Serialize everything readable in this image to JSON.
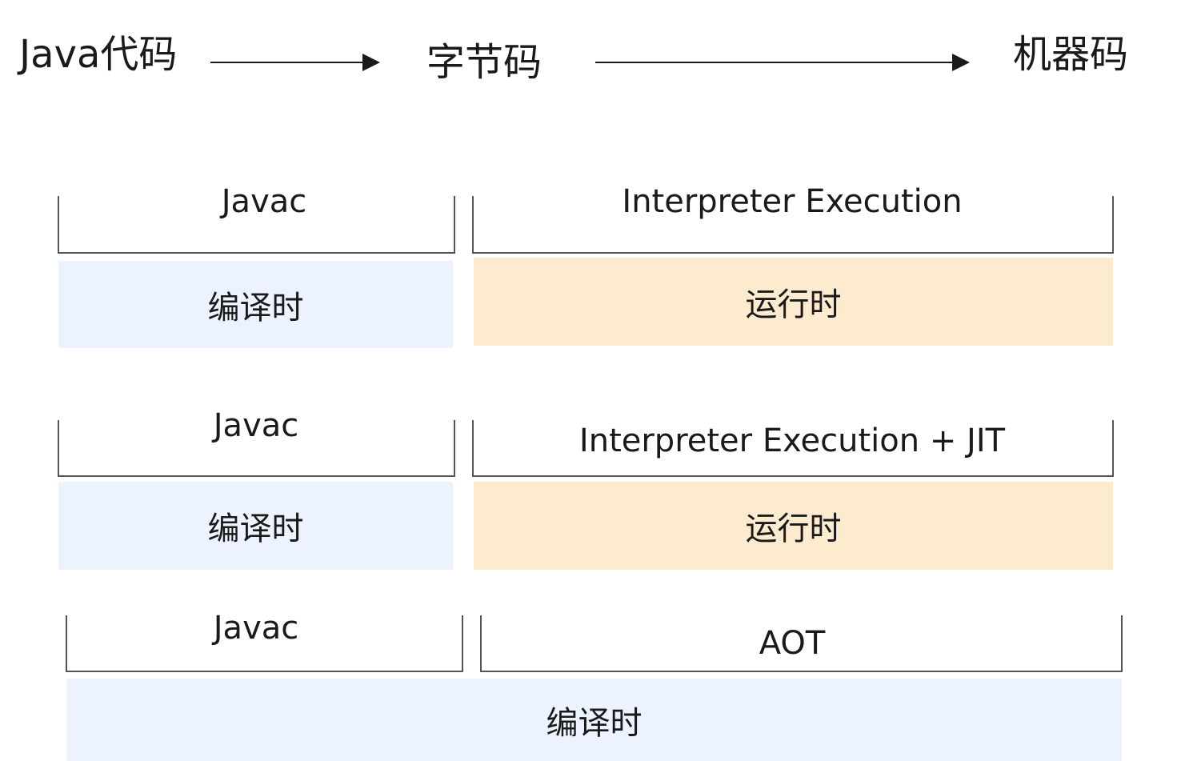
{
  "pipeline": {
    "source": "Java代码",
    "bytecode": "字节码",
    "machine": "机器码"
  },
  "rows": [
    {
      "left_tool": "Javac",
      "right_tool": "Interpreter Execution",
      "left_phase": "编译时",
      "right_phase": "运行时"
    },
    {
      "left_tool": "Javac",
      "right_tool": "Interpreter Execution + JIT",
      "left_phase": "编译时",
      "right_phase": "运行时"
    },
    {
      "left_tool": "Javac",
      "right_tool": "AOT",
      "phase": "编译时"
    }
  ],
  "colors": {
    "compile_bg": "#ecf2fe",
    "runtime_bg": "#fdebd0",
    "line": "#555555"
  }
}
